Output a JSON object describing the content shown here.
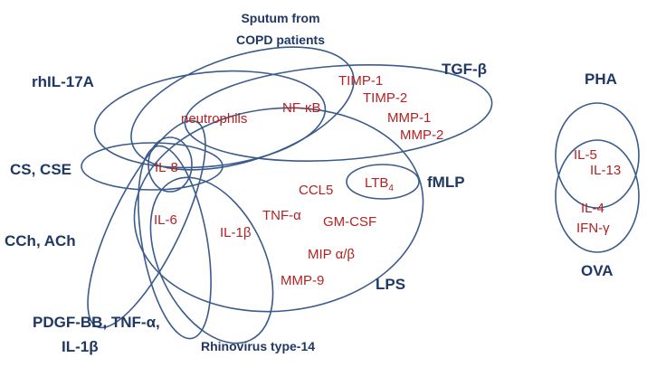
{
  "colors": {
    "outline": "#3b5b8c",
    "stimulus_text": "#1f3864",
    "mediator_text": "#b22222"
  },
  "stimuli": {
    "sputum_line1": "Sputum from",
    "sputum_line2": "COPD patients",
    "rhil17a": "rhIL-17A",
    "tgfb": "TGF-β",
    "cs_cse": "CS, CSE",
    "fmlp": "fMLP",
    "cch_ach": "CCh, ACh",
    "lps": "LPS",
    "pdgf_line1": "PDGF-BB, TNF-α,",
    "pdgf_line2": "IL-1β",
    "rhinovirus": "Rhinovirus type-14",
    "pha": "PHA",
    "ova": "OVA"
  },
  "mediators": {
    "timp1": "TIMP-1",
    "timp2": "TIMP-2",
    "mmp1": "MMP-1",
    "mmp2": "MMP-2",
    "nfkb": "NF-κB",
    "neutrophils": "neutrophils",
    "il8": "IL-8",
    "ltb4_main": "LTB",
    "ltb4_sub": "4",
    "ccl5": "CCL5",
    "il6": "IL-6",
    "tnfa": "TNF-α",
    "gmcsf": "GM-CSF",
    "il1b": "IL-1β",
    "mip": "MIP α/β",
    "mmp9": "MMP-9",
    "il5": "IL-5",
    "il13": "IL-13",
    "il4": "IL-4",
    "ifng": "IFN-γ"
  }
}
